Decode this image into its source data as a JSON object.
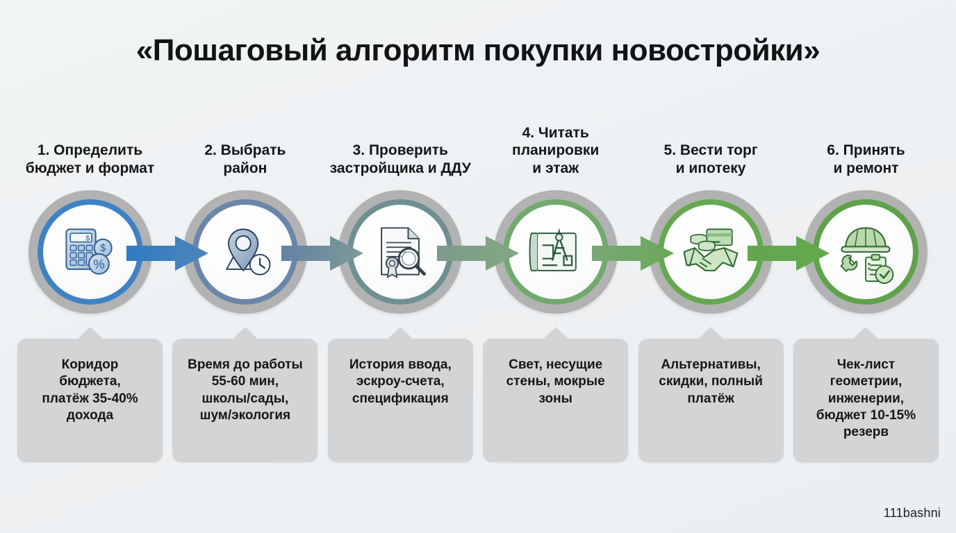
{
  "title": "«Пошаговый алгоритм покупки новостройки»",
  "watermark": "111bashni",
  "colors": {
    "background": "#eff2f3",
    "outer_ring": "#b2b2b2",
    "caption_box": "#d2d4d6",
    "text": "#141618",
    "step1_accent": "#3f82c4",
    "step2_accent": "#6b86a8",
    "step3_accent": "#6f8f92",
    "step4_accent": "#72a96f",
    "step5_accent": "#65a850",
    "step6_accent": "#5ea24b",
    "arrow1": "#2f7ac2",
    "arrow2": "#6482a6",
    "arrow3": "#7d9a8d",
    "arrow4": "#79a775",
    "arrow5": "#63a64e"
  },
  "steps": [
    {
      "heading": "1. Определить\nбюджет и формат",
      "icon": "calculator-percent-icon",
      "accent": "#3f82c4",
      "caption": "Коридор\nбюджета,\nплатёж 35-40%\nдохода"
    },
    {
      "heading": "2. Выбрать\nрайон",
      "icon": "map-pin-clock-icon",
      "accent": "#6b86a8",
      "caption": "Время до работы\n55-60 мин,\nшколы/сады,\nшум/экология"
    },
    {
      "heading": "3. Проверить\nзастройщика и ДДУ",
      "icon": "document-seal-magnifier-icon",
      "accent": "#6f8f92",
      "caption": "История ввода,\nэскроу-счета,\nспецификация"
    },
    {
      "heading": "4. Читать\nпланировки\nи этаж",
      "icon": "floorplan-compass-icon",
      "accent": "#72a96f",
      "caption": "Свет, несущие\nстены, мокрые\nзоны"
    },
    {
      "heading": "5. Вести торг\nи ипотеку",
      "icon": "handshake-money-icon",
      "accent": "#65a850",
      "caption": "Альтернативы,\nскидки, полный\nплатёж"
    },
    {
      "heading": "6. Принять\nи ремонт",
      "icon": "helmet-wrench-checklist-icon",
      "accent": "#5ea24b",
      "caption": "Чек-лист\nгеометрии,\nинженерии,\nбюджет 10-15%\nрезерв"
    }
  ],
  "arrows": [
    {
      "from": "#2f7ac2",
      "to": "#4d86b8"
    },
    {
      "from": "#6482a6",
      "to": "#7d9a94"
    },
    {
      "from": "#7d9a8d",
      "to": "#84a880"
    },
    {
      "from": "#79a775",
      "to": "#6aa95a"
    },
    {
      "from": "#63a64e",
      "to": "#63a84d"
    }
  ]
}
